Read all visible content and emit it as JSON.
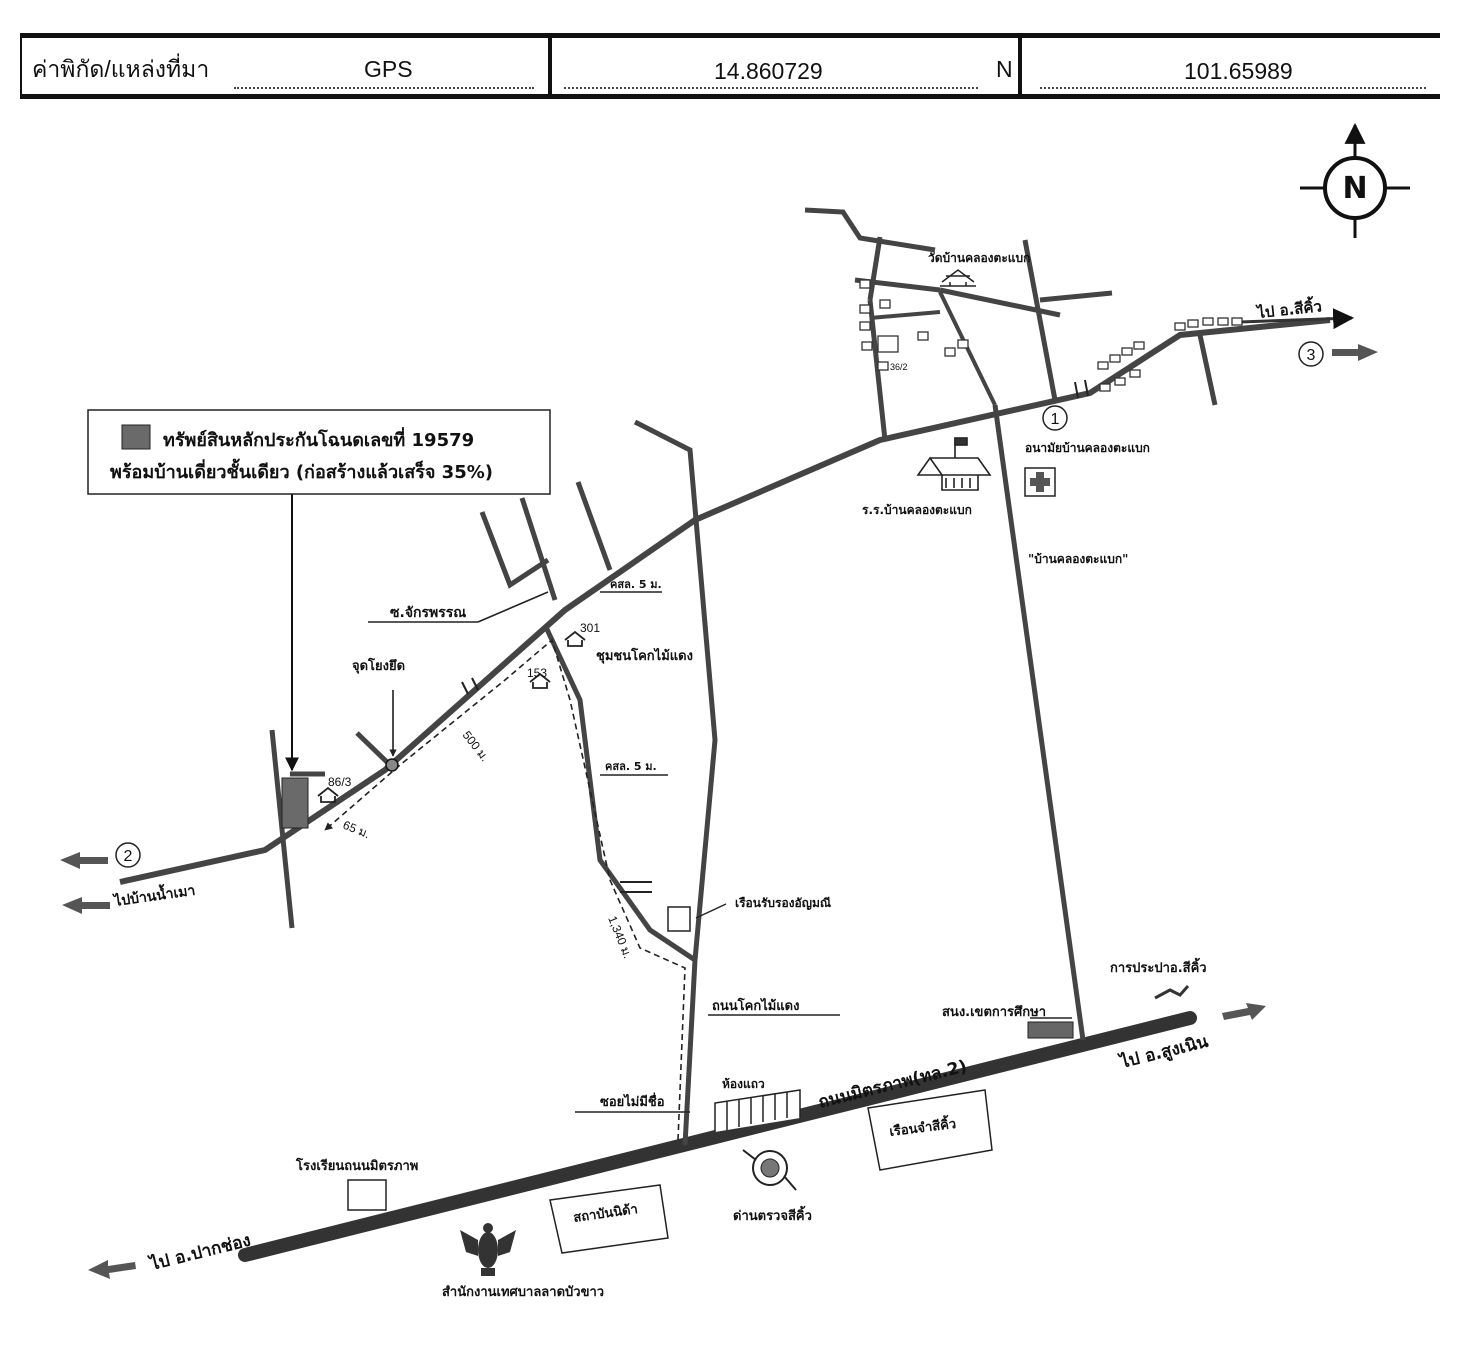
{
  "header": {
    "label": "ค่าพิกัด/แหล่งที่มา",
    "source": "GPS",
    "latitude": "14.860729",
    "lat_suffix": "N",
    "longitude": "101.65989"
  },
  "legend": {
    "line1": "ทรัพย์สินหลักประกันโฉนดเลขที่ 19579",
    "line2": "พร้อมบ้านเดี่ยวชั้นเดียว (ก่อสร้างแล้วเสร็จ 35%)"
  },
  "compass": {
    "letter": "N"
  },
  "labels": {
    "temple": "วัดบ้านคลองตะแบก",
    "to_sikhio": "ไป อ.สีคิ้ว",
    "marker1": "1",
    "marker2": "2",
    "marker3": "3",
    "health_center": "อนามัยบ้านคลองตะแบก",
    "school": "ร.ร.บ้านคลองตะแบก",
    "village": "\"บ้านคลองตะแบก\"",
    "house_362": "36/2",
    "soi_chakraphan": "ซ.จักรพรรณ",
    "concrete_5m_a": "คสล. 5 ม.",
    "concrete_5m_b": "คสล. 5 ม.",
    "house_301": "301",
    "community": "ชุมชนโคกไม้แดง",
    "house_153": "153",
    "reference_point": "จุดโยงยึด",
    "dist_500": "500 ม.",
    "dist_65": "65 ม.",
    "house_863": "86/3",
    "to_ban_nam_mao": "ไปบ้านน้ำเมา",
    "dist_1340": "1,340 ม.",
    "bank": "เรือนรับรองอัญมณี",
    "khok_mai_daeng_rd": "ถนนโคกไม้แดง",
    "waterworks": "การประปาอ.สีคิ้ว",
    "edu_office": "สนง.เขตการศึกษา",
    "to_sung_noen": "ไป อ.สูงเนิน",
    "mittraphap_rd": "ถนนมิตรภาพ(ทล.2)",
    "shophouses": "ห้องแถว",
    "unnamed_soi": "ซอยไม่มีชื่อ",
    "prison": "เรือนจำสีคิ้ว",
    "police_checkpoint": "ด่านตรวจสีคิ้ว",
    "school_mittraphap": "โรงเรียนถนนมิตรภาพ",
    "institute": "สถาบันนิด้า",
    "to_pak_chong": "ไป อ.ปากช่อง",
    "municipality": "สำนักงานเทศบาลลาดบัวขาว"
  }
}
